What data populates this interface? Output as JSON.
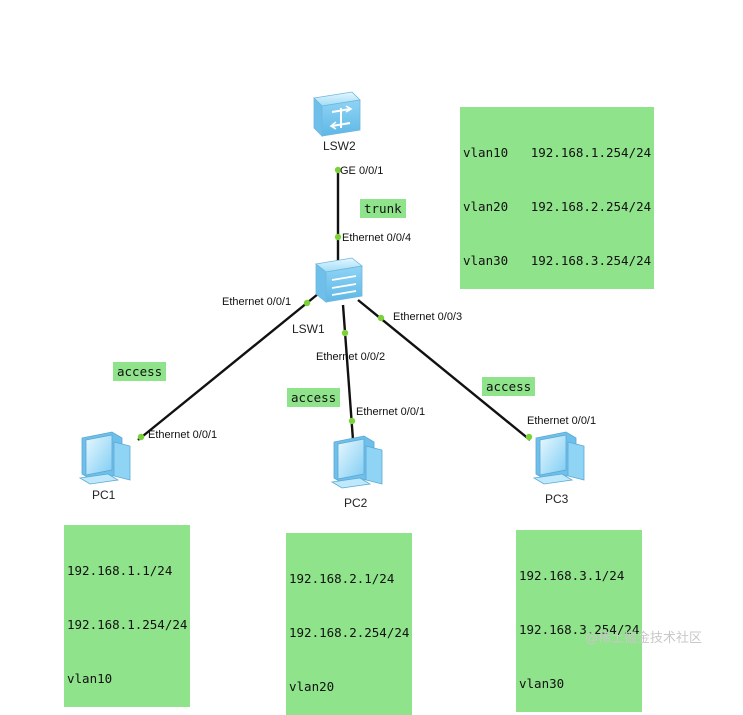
{
  "devices": {
    "lsw2": {
      "label": "LSW2"
    },
    "lsw1": {
      "label": "LSW1"
    },
    "pc1": {
      "label": "PC1"
    },
    "pc2": {
      "label": "PC2"
    },
    "pc3": {
      "label": "PC3"
    }
  },
  "ports": {
    "lsw2_ge": "GE 0/0/1",
    "lsw1_e4": "Ethernet 0/0/4",
    "lsw1_e1": "Ethernet 0/0/1",
    "lsw1_e2": "Ethernet 0/0/2",
    "lsw1_e3": "Ethernet 0/0/3",
    "pc1_e1": "Ethernet 0/0/1",
    "pc2_e1": "Ethernet 0/0/1",
    "pc3_e1": "Ethernet 0/0/1"
  },
  "links": {
    "trunk": "trunk",
    "access1": "access",
    "access2": "access",
    "access3": "access"
  },
  "vlanif_note": [
    "vlan10   192.168.1.254/24",
    "vlan20   192.168.2.254/24",
    "vlan30   192.168.3.254/24"
  ],
  "pc1_note": [
    "192.168.1.1/24",
    "192.168.1.254/24",
    "vlan10"
  ],
  "pc2_note": [
    "192.168.2.1/24",
    "192.168.2.254/24",
    "vlan20"
  ],
  "pc3_note": [
    "192.168.3.1/24",
    "192.168.3.254/24",
    "vlan30"
  ],
  "watermark": "@稀土掘金技术社区",
  "colors": {
    "link": "#111111",
    "port_dot": "#7bd13a",
    "note_bg": "#8fe38a",
    "device": "#8fd3f5"
  }
}
